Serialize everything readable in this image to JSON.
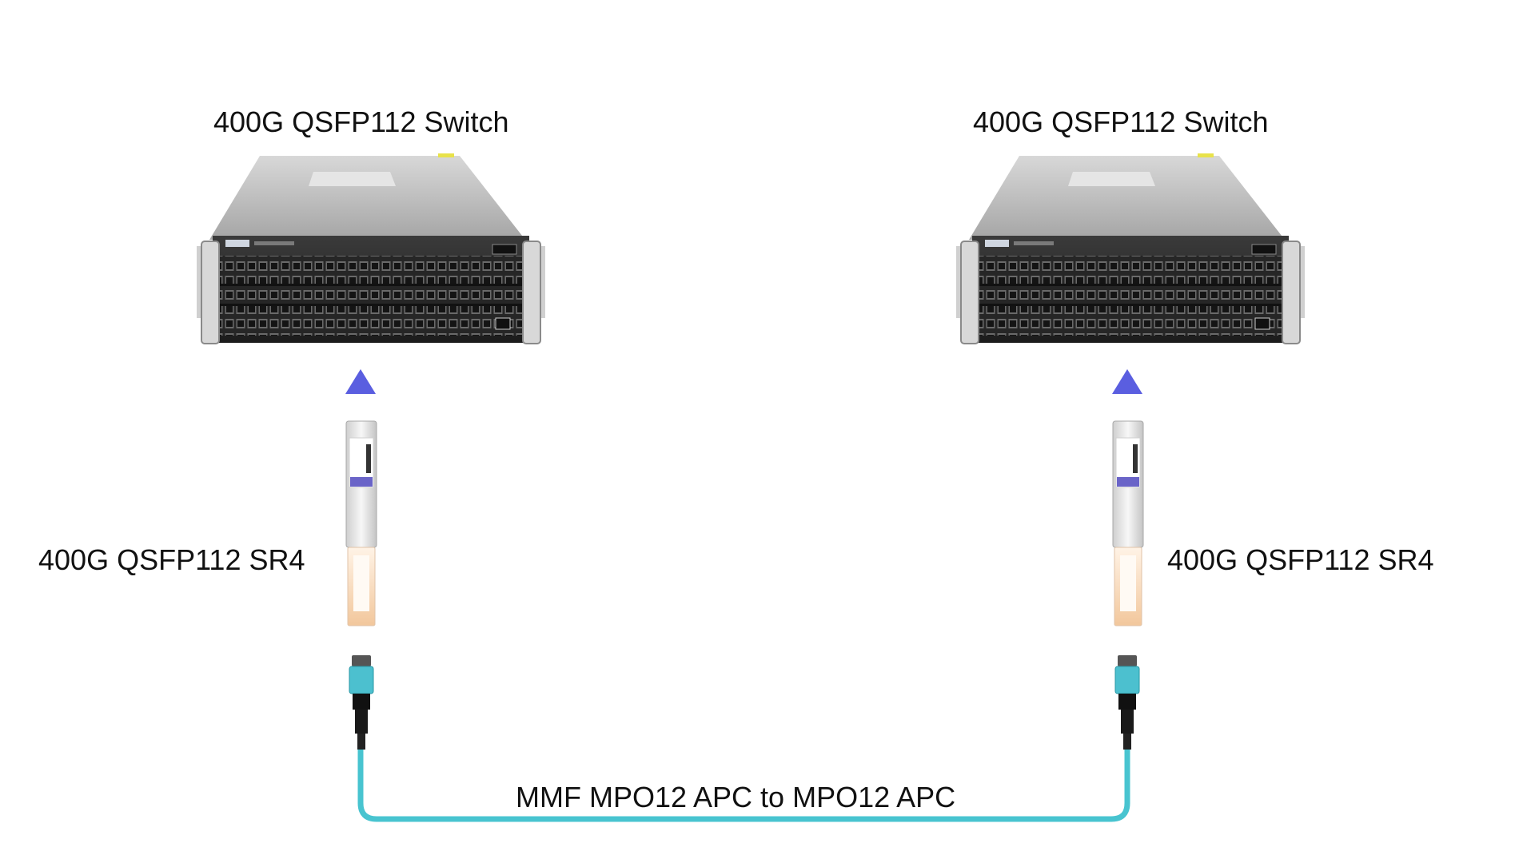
{
  "labels": {
    "switch_left": "400G QSFP112 Switch",
    "switch_right": "400G QSFP112 Switch",
    "module_left": "400G QSFP112 SR4",
    "module_right": "400G QSFP112 SR4",
    "cable": "MMF MPO12 APC to MPO12 APC"
  },
  "colors": {
    "arrow": "#5a5ee0",
    "fiber": "#48c4d0",
    "mpo_boot": "#4cc0cf",
    "module_pull_tab": "#f2c79c"
  }
}
